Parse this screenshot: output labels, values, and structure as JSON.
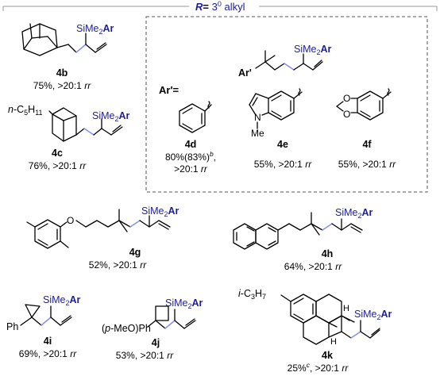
{
  "header": {
    "r_symbol": "R",
    "r_eq": "= ",
    "r_value": "3",
    "r_sup": "0",
    "r_rest": " alkyl"
  },
  "si_label": {
    "prefix": "SiMe",
    "sub": "2",
    "suffix": "Ar"
  },
  "ar_prime": {
    "label": "Ar'="
  },
  "compounds": {
    "c4b": {
      "id": "4b",
      "yield": "75%, >20:1",
      "rr": "rr"
    },
    "c4c": {
      "id": "4c",
      "yield": "76%, >20:1",
      "rr": "rr",
      "sub1": "n",
      "sub2": "-C",
      "sub3": "5",
      "sub4": "H",
      "sub5": "11"
    },
    "c4d": {
      "id": "4d",
      "yield_a": "80%(83%)",
      "yield_sup": "b",
      "yield_b": ",",
      "yield_c": ">20:1",
      "rr": "rr"
    },
    "c4e": {
      "id": "4e",
      "yield": "55%, >20:1",
      "rr": "rr",
      "atom_n": "N",
      "atom_me": "Me"
    },
    "c4f": {
      "id": "4f",
      "yield": "55%, >20:1",
      "rr": "rr",
      "o1": "O",
      "o2": "O"
    },
    "c4g": {
      "id": "4g",
      "yield": "52%, >20:1",
      "rr": "rr",
      "o": "O"
    },
    "c4h": {
      "id": "4h",
      "yield": "64%, >20:1",
      "rr": "rr"
    },
    "c4i": {
      "id": "4i",
      "yield": "69%, >20:1",
      "rr": "rr",
      "ph": "Ph"
    },
    "c4j": {
      "id": "4j",
      "yield": "53%, >20:1",
      "rr": "rr",
      "sub": "(p-MeO)Ph",
      "p": "p"
    },
    "c4k": {
      "id": "4k",
      "yield_a": "25%",
      "yield_sup": "c",
      "yield_b": ", >20:1",
      "rr": "rr",
      "i": "i",
      "c3h7": "-C",
      "c3": "3",
      "h": "H",
      "h7": "7",
      "hh": "H"
    }
  },
  "colors": {
    "si_blue": "#1d1d9e",
    "bond_blue": "#8a8ff0",
    "frame_gray": "#9a9a9a"
  }
}
